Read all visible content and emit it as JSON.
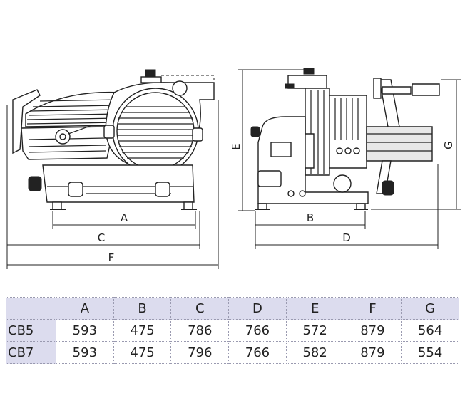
{
  "dimension_labels": {
    "A": "A",
    "B": "B",
    "C": "C",
    "D": "D",
    "E": "E",
    "F": "F",
    "G": "G"
  },
  "table": {
    "headers": [
      "A",
      "B",
      "C",
      "D",
      "E",
      "F",
      "G"
    ],
    "rows": [
      {
        "model": "CB5",
        "values": [
          "593",
          "475",
          "786",
          "766",
          "572",
          "879",
          "564"
        ]
      },
      {
        "model": "CB7",
        "values": [
          "593",
          "475",
          "796",
          "766",
          "582",
          "879",
          "554"
        ]
      }
    ]
  }
}
